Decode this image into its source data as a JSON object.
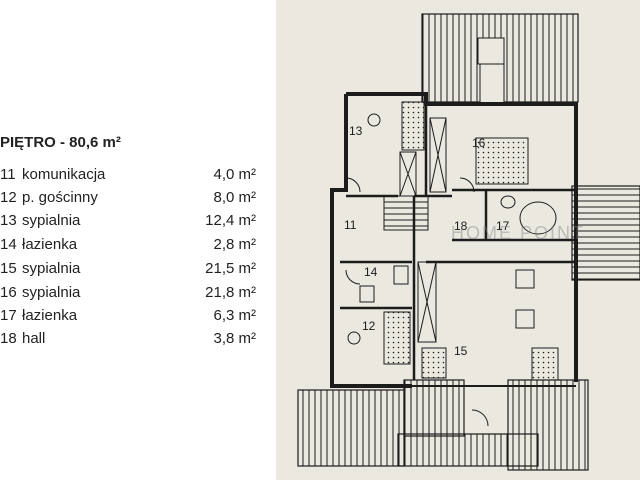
{
  "legend": {
    "title": "PIĘTRO - 80,6 m²",
    "rooms": [
      {
        "num": "11",
        "name": "komunikacja",
        "area": "4,0 m²"
      },
      {
        "num": "12",
        "name": "p. gościnny",
        "area": "8,0 m²"
      },
      {
        "num": "13",
        "name": "sypialnia",
        "area": "12,4 m²"
      },
      {
        "num": "14",
        "name": "łazienka",
        "area": "2,8 m²"
      },
      {
        "num": "15",
        "name": "sypialnia",
        "area": "21,5 m²"
      },
      {
        "num": "16",
        "name": "sypialnia",
        "area": "21,8 m²"
      },
      {
        "num": "17",
        "name": "łazienka",
        "area": "6,3 m²"
      },
      {
        "num": "18",
        "name": "hall",
        "area": "3,8 m²"
      }
    ]
  },
  "plan": {
    "labels": {
      "r11": "11",
      "r12": "12",
      "r13": "13",
      "r14": "14",
      "r15": "15",
      "r16": "16",
      "r17": "17",
      "r18": "18"
    },
    "watermark": "HOME POINT"
  },
  "colors": {
    "paper": "#ebe8e0",
    "ink": "#1c1c1c",
    "text": "#222222"
  }
}
